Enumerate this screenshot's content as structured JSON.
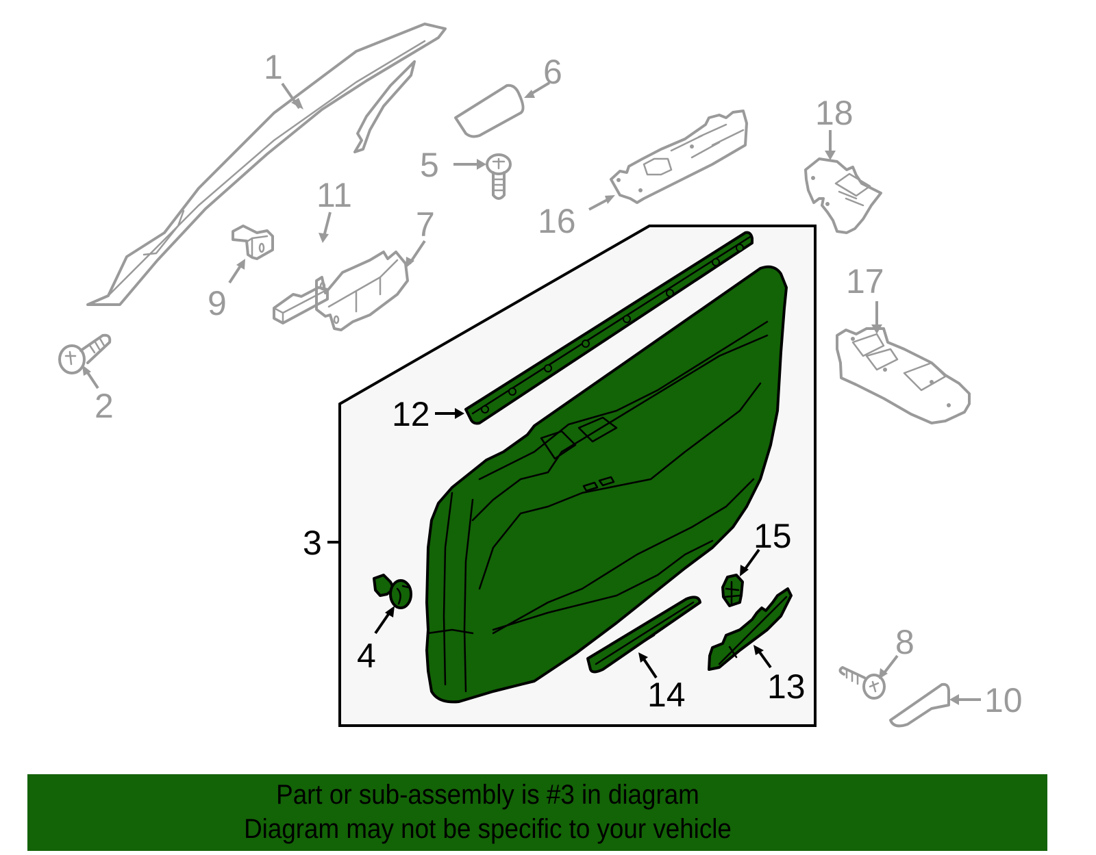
{
  "diagram": {
    "title": "Front door trim panel parts diagram",
    "highlight_color": "#136307",
    "callout_color_inactive": "#9a9a9a",
    "callout_color_active": "#000000",
    "highlighted_part": "3",
    "callouts": [
      {
        "id": "1",
        "label": "1",
        "active": false
      },
      {
        "id": "2",
        "label": "2",
        "active": false
      },
      {
        "id": "3",
        "label": "3",
        "active": true
      },
      {
        "id": "4",
        "label": "4",
        "active": true
      },
      {
        "id": "5",
        "label": "5",
        "active": false
      },
      {
        "id": "6",
        "label": "6",
        "active": false
      },
      {
        "id": "7",
        "label": "7",
        "active": false
      },
      {
        "id": "8",
        "label": "8",
        "active": false
      },
      {
        "id": "9",
        "label": "9",
        "active": false
      },
      {
        "id": "10",
        "label": "10",
        "active": false
      },
      {
        "id": "11",
        "label": "11",
        "active": false
      },
      {
        "id": "12",
        "label": "12",
        "active": true
      },
      {
        "id": "13",
        "label": "13",
        "active": true
      },
      {
        "id": "14",
        "label": "14",
        "active": true
      },
      {
        "id": "15",
        "label": "15",
        "active": true
      },
      {
        "id": "16",
        "label": "16",
        "active": false
      },
      {
        "id": "17",
        "label": "17",
        "active": false
      },
      {
        "id": "18",
        "label": "18",
        "active": false
      }
    ]
  },
  "banner": {
    "line1": "Part or sub-assembly is #3 in diagram",
    "line2": "Diagram may not be specific to your vehicle",
    "background": "#136307"
  }
}
